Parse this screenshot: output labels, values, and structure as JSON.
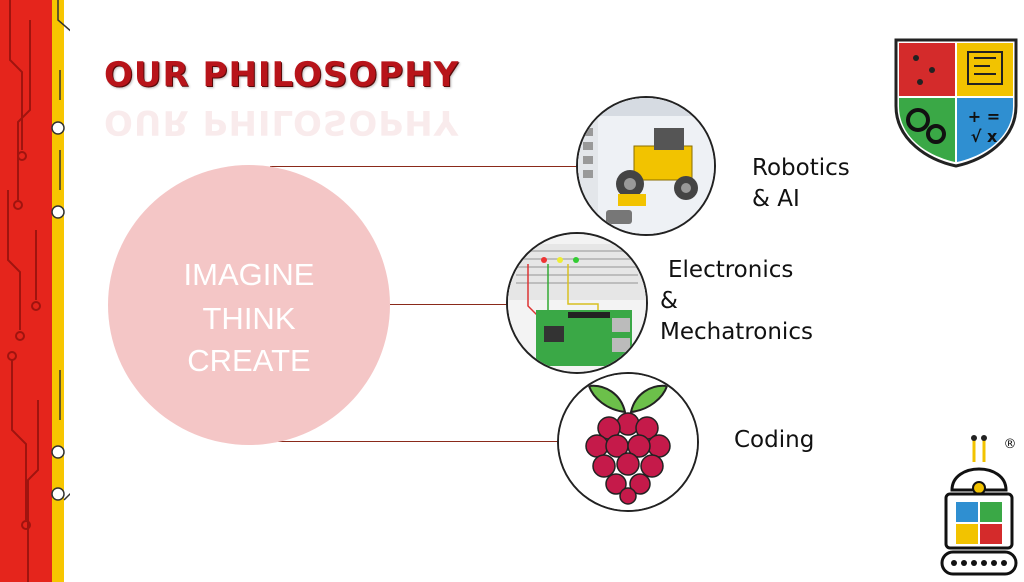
{
  "slide": {
    "title": "OUR PHILOSOPHY",
    "circle_words": [
      "IMAGINE",
      "THINK",
      "CREATE"
    ],
    "topics": [
      {
        "line1": "Robotics",
        "line2": "& AI",
        "image": "robot-kit-icon"
      },
      {
        "line1": "Electronics",
        "line2": "&",
        "line3": "Mechatronics",
        "image": "raspberry-pi-breadboard-icon"
      },
      {
        "line1": "Coding",
        "image": "raspberry-pi-logo-icon"
      }
    ],
    "crest": {
      "symbols": "+ =",
      "symbols2": "√ x"
    },
    "mascot": {
      "registered": "®"
    }
  },
  "colors": {
    "accent": "#b8141a",
    "circle": "#f4c6c6",
    "strip_red": "#e5251c",
    "strip_yellow": "#f7c600"
  }
}
